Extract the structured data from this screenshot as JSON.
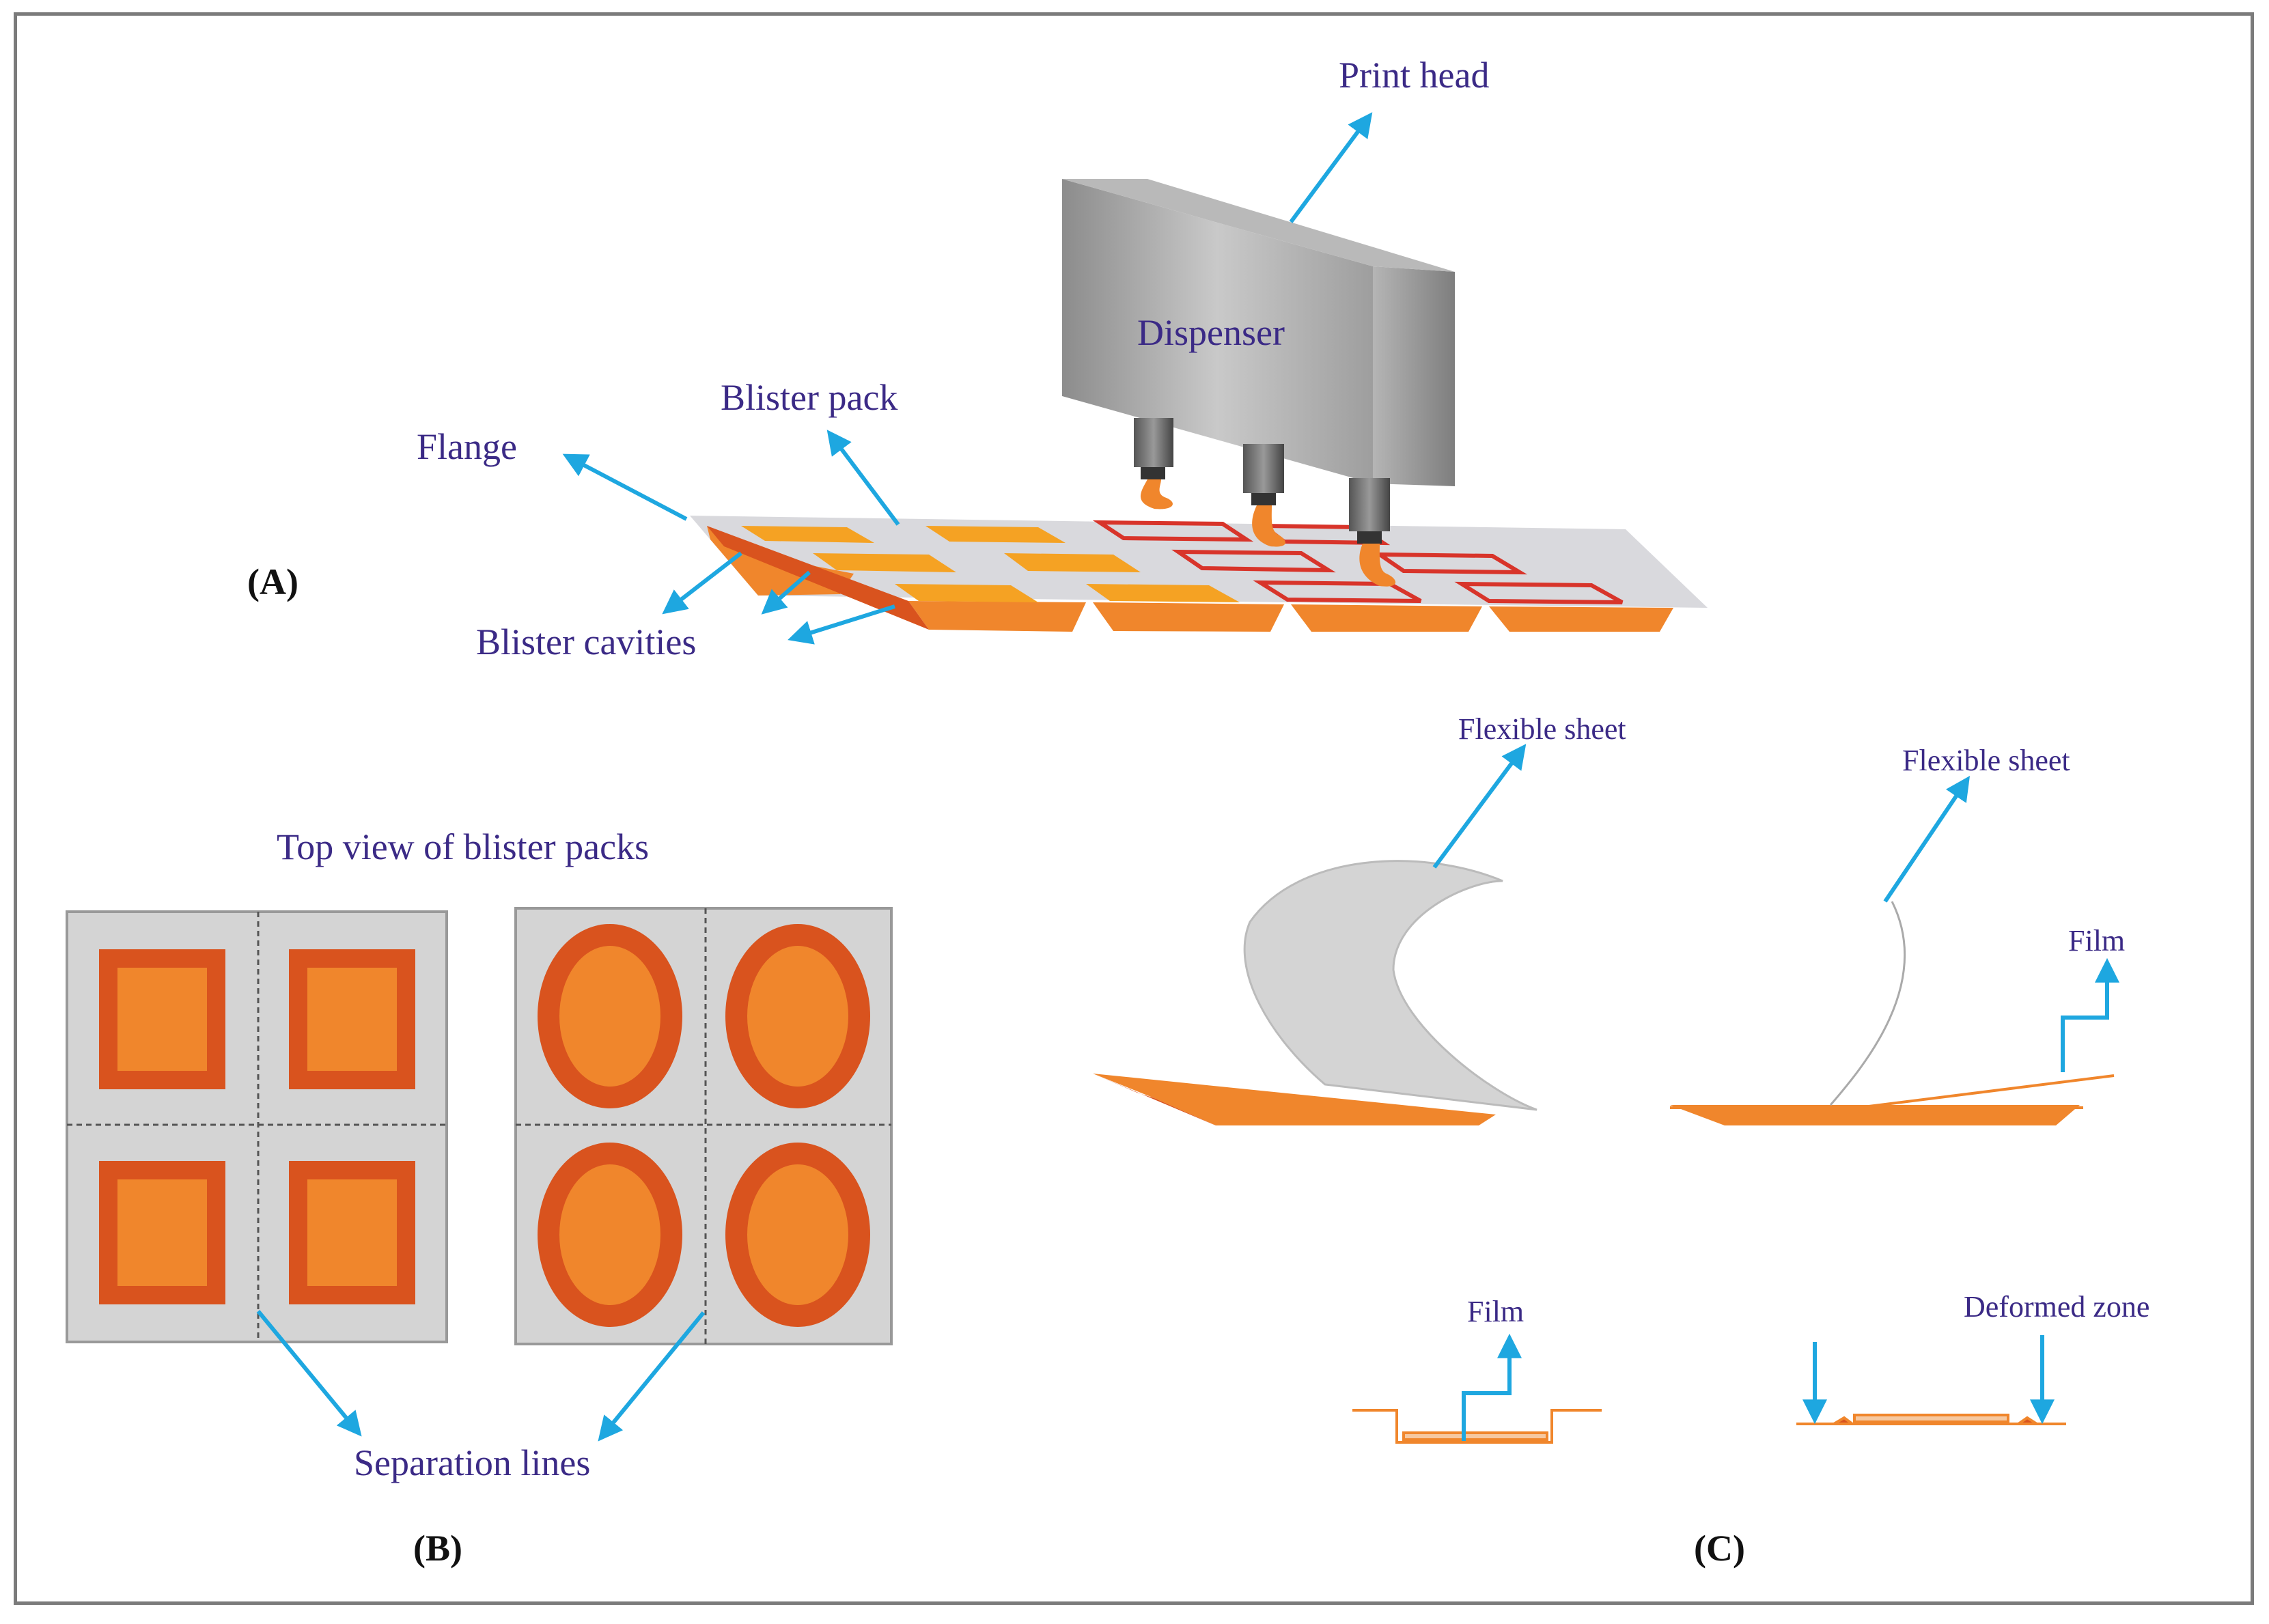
{
  "figure": {
    "panel_a": {
      "id": "(A)",
      "print_head": "Print head",
      "dispenser": "Dispenser",
      "blister_pack": "Blister pack",
      "flange": "Flange",
      "blister_cavities": "Blister cavities"
    },
    "panel_b": {
      "id": "(B)",
      "title": "Top view of blister packs",
      "separation_lines": "Separation lines"
    },
    "panel_c": {
      "id": "(C)",
      "flexible_sheet_1": "Flexible sheet",
      "flexible_sheet_2": "Flexible sheet",
      "film_1": "Film",
      "film_2": "Film",
      "deformed_zone": "Deformed zone"
    },
    "colors": {
      "label": "#3b2a86",
      "arrow": "#1ea7e0",
      "orange": "#f0862c",
      "orange_dark": "#d9531e",
      "red_outline": "#d8342a",
      "panel_gray": "#d4d4d4",
      "dispenser_gray": "#9a9a9a"
    }
  }
}
